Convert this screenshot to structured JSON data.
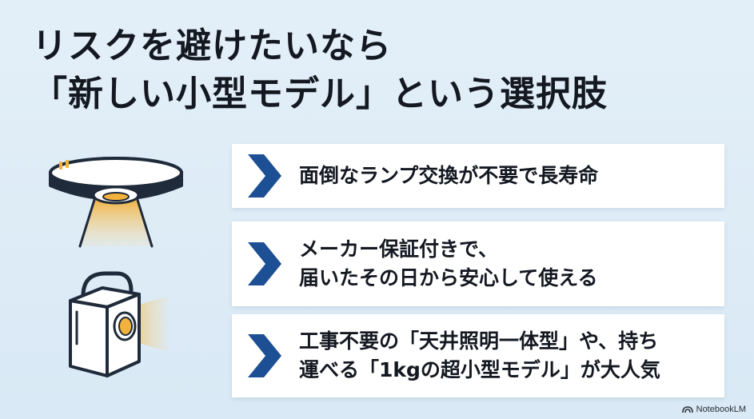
{
  "title": {
    "line1": "リスクを避けたいなら",
    "line2": "「新しい小型モデル」という選択肢"
  },
  "icons": {
    "top": "ceiling-light-icon",
    "bottom": "portable-projector-light-icon"
  },
  "cards": [
    {
      "lines": [
        "面倒なランプ交換が不要で長寿命"
      ]
    },
    {
      "lines": [
        "メーカー保証付きで、",
        "届いたその日から安心して使える"
      ]
    },
    {
      "lines": [
        "工事不要の「天井照明一体型」や、持ち",
        "運べる「1kgの超小型モデル」が大人気"
      ]
    }
  ],
  "footer": {
    "brand": "NotebookLM"
  },
  "colors": {
    "background": "#dcebf6",
    "chevron": "#1d4f94",
    "text": "#141821",
    "icon_outline": "#1f2a3a",
    "light_amber": "#f2b23c"
  }
}
